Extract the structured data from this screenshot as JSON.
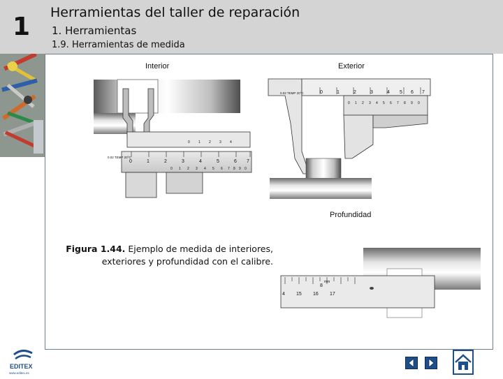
{
  "header": {
    "chapter_number": "1",
    "title": "Herramientas del taller de reparación",
    "subtitle": "1. Herramientas",
    "section": "1.9. Herramientas de medida"
  },
  "figure": {
    "label_interior": "Interior",
    "label_exterior": "Exterior",
    "label_profundidad": "Profundidad",
    "caption_bold": "Figura 1.44.",
    "caption_line1": " Ejemplo de medida de interiores,",
    "caption_line2": "exteriores y profundidad con el calibre.",
    "caliper_marks": {
      "interior_main": [
        "0",
        "1",
        "2",
        "3",
        "4",
        "5",
        "6",
        "7"
      ],
      "interior_vernier": [
        "0",
        "1",
        "2",
        "3",
        "4",
        "5",
        "6",
        "7",
        "8",
        "9",
        "0"
      ],
      "interior_upper": [
        "0",
        "1",
        "2",
        "3",
        "4"
      ],
      "exterior_main": [
        "0",
        "1",
        "2",
        "3",
        "4",
        "5",
        "6",
        "7"
      ],
      "exterior_vernier": [
        "0",
        "1",
        "2",
        "3",
        "4",
        "5",
        "6",
        "7",
        "8",
        "9",
        "0"
      ],
      "temp_label": "0.02 TEMP 20°C",
      "depth_scale": [
        "4",
        "15",
        "16",
        "17"
      ],
      "depth_upper": "8",
      "unit_mm": "mm"
    }
  },
  "footer": {
    "logo_text": "EDITEX",
    "logo_url_text": "www.editex.es"
  },
  "colors": {
    "header_bg": "#d4d4d4",
    "panel_border": "#6f7f8f",
    "nav_blue": "#1f4f8a"
  }
}
